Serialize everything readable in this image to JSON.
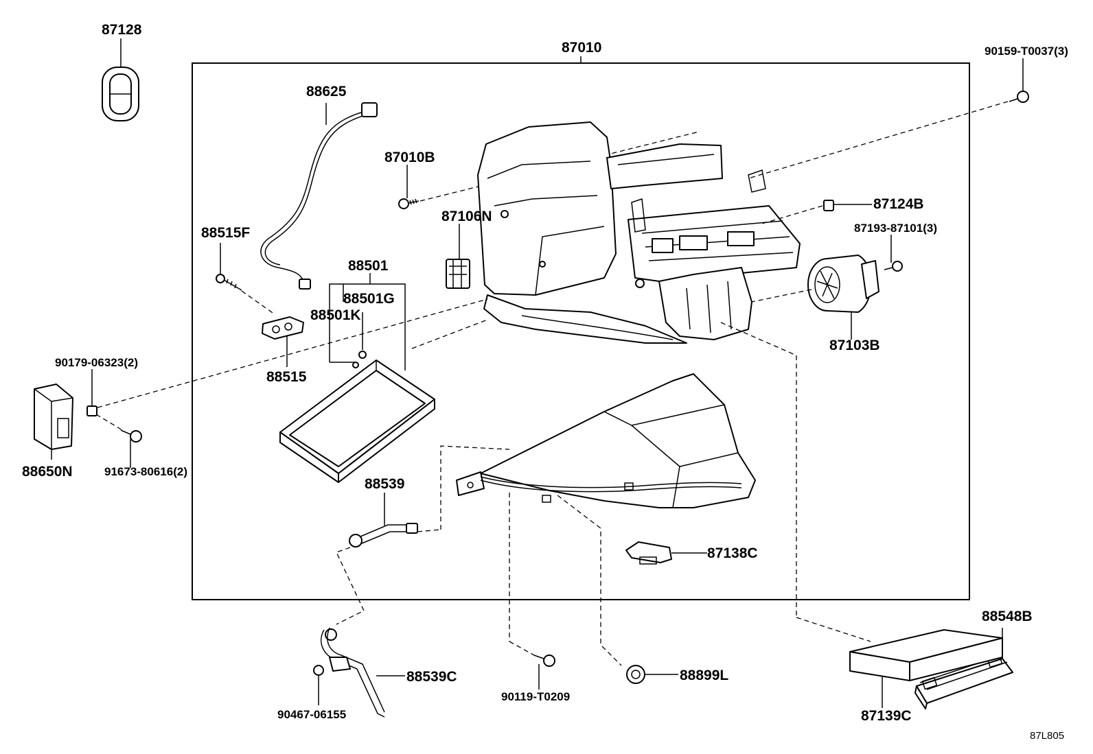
{
  "diagram_id": "87L805",
  "parts": {
    "p87128": "87128",
    "p87010": "87010",
    "p90159": "90159-T0037(3)",
    "p88625": "88625",
    "p87010B": "87010B",
    "p87106N": "87106N",
    "p87124B": "87124B",
    "p87193": "87193-87101(3)",
    "p88515F": "88515F",
    "p88501": "88501",
    "p88501G": "88501G",
    "p88501K": "88501K",
    "p88515": "88515",
    "p87103B": "87103B",
    "p90179": "90179-06323(2)",
    "p88650N": "88650N",
    "p91673": "91673-80616(2)",
    "p88539": "88539",
    "p87138C": "87138C",
    "p88548B": "88548B",
    "p88539C": "88539C",
    "p90467": "90467-06155",
    "p90119": "90119-T0209",
    "p88899L": "88899L",
    "p87139C": "87139C"
  }
}
